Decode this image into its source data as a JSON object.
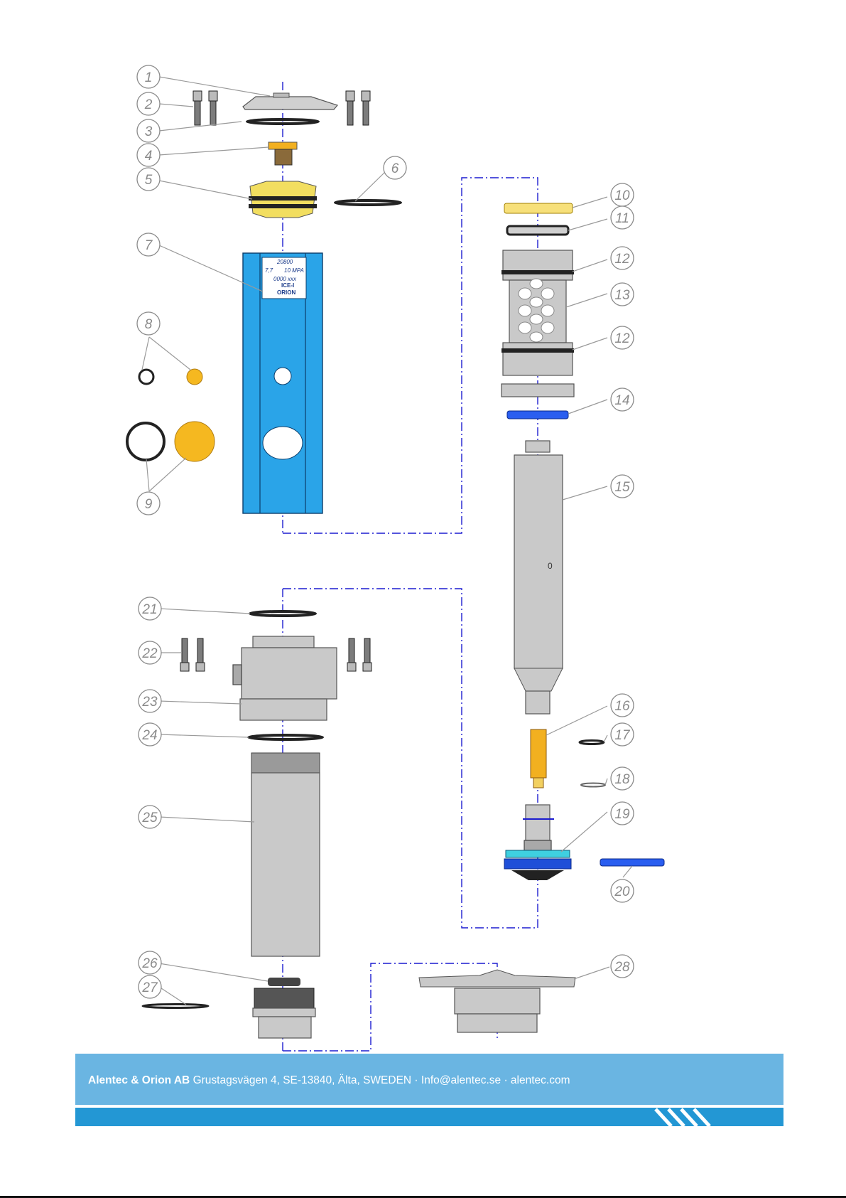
{
  "callouts": [
    "1",
    "2",
    "3",
    "4",
    "5",
    "6",
    "7",
    "8",
    "9",
    "10",
    "11",
    "12",
    "13",
    "12",
    "14",
    "15",
    "16",
    "17",
    "18",
    "19",
    "20",
    "21",
    "22",
    "23",
    "24",
    "25",
    "26",
    "27",
    "28"
  ],
  "label_plate": {
    "line1": "20800",
    "line2": "7,7",
    "line3": "10 MPA",
    "line4": "0000 xxx",
    "brand_top": "ICE-I",
    "brand_bottom": "ORION"
  },
  "footer": {
    "company": "Alentec & Orion AB",
    "address": "Grustagsvägen 4, SE-13840, Älta, SWEDEN · Info@alentec.se · alentec.com"
  },
  "colors": {
    "housing_blue": "#2aa4e8",
    "brass_yellow": "#f2b020",
    "axis_blue": "#1c1cd0",
    "footer_light": "#6ab5e2",
    "footer_dark": "#2397d4"
  }
}
